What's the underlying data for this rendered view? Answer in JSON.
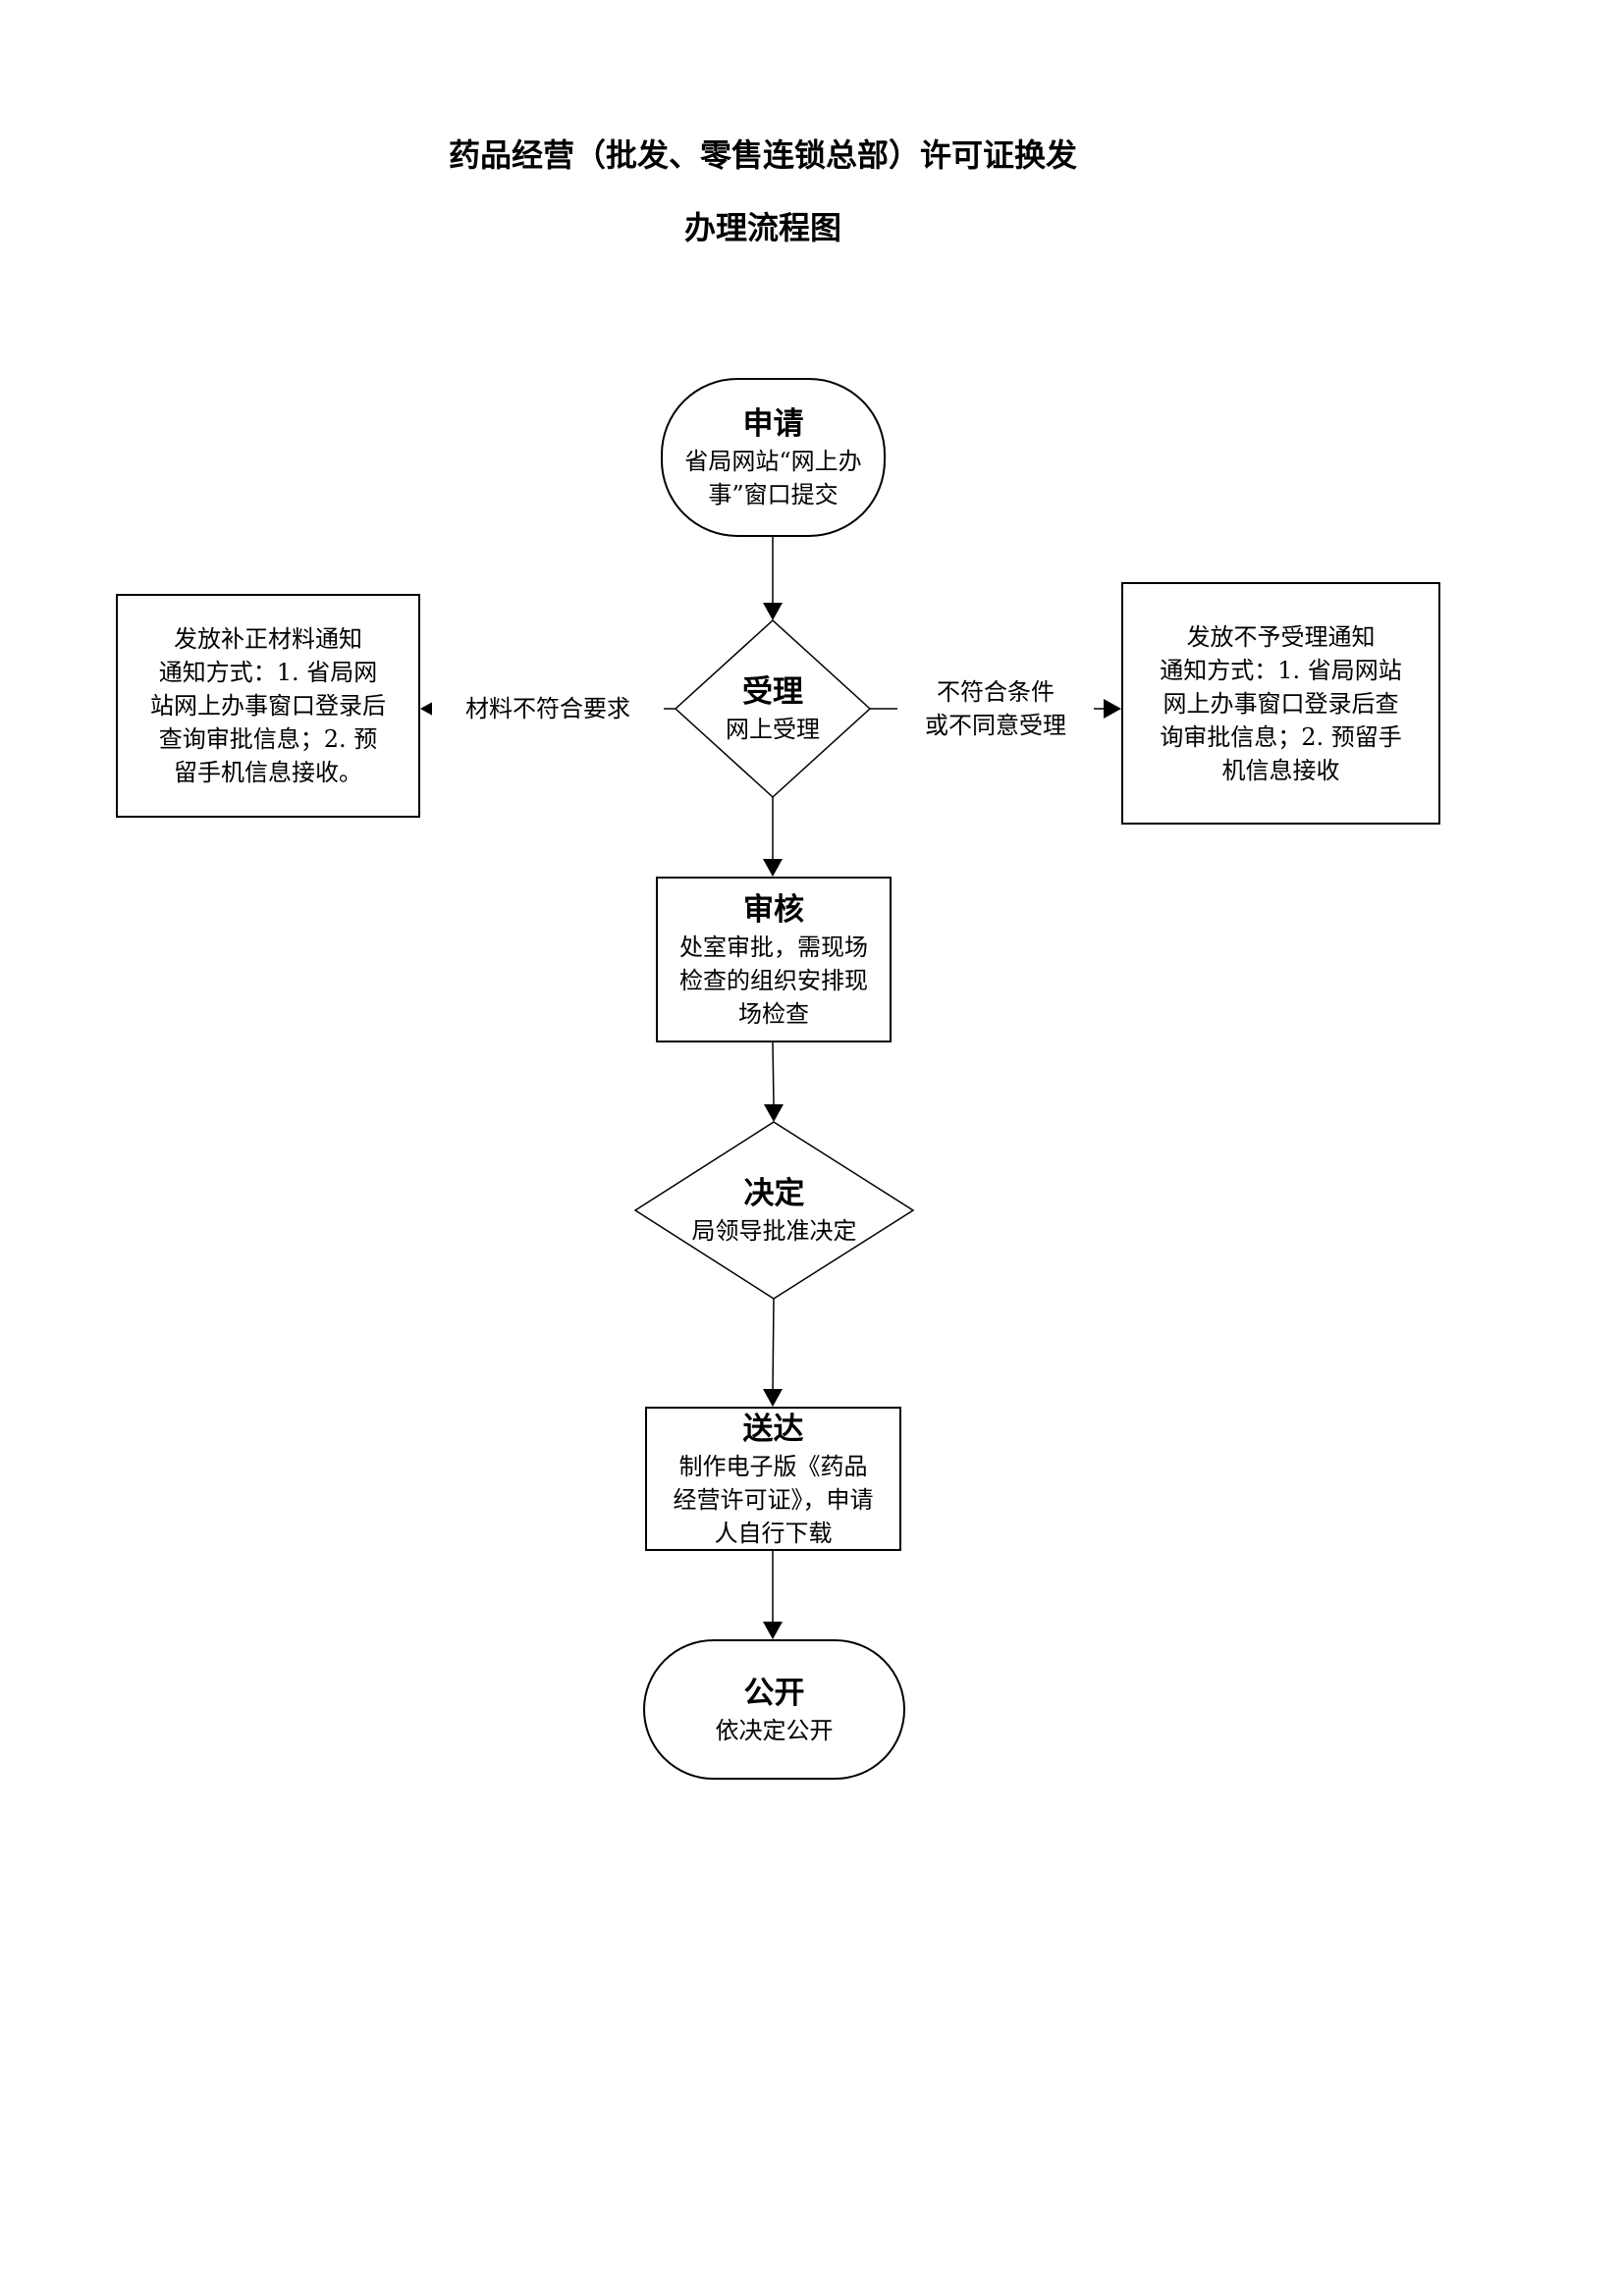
{
  "page": {
    "title_line1": "药品经营（批发、零售连锁总部）许可证换发",
    "title_line2": "办理流程图"
  },
  "nodes": {
    "apply": {
      "title": "申请",
      "desc": "省局网站“网上办事”窗口提交"
    },
    "accept": {
      "title": "受理",
      "desc": "网上受理"
    },
    "left_notice": {
      "title": "发放补正材料通知",
      "desc": "通知方式：1. 省局网站网上办事窗口登录后查询审批信息；2. 预留手机信息接收。"
    },
    "right_notice": {
      "title": "发放不予受理通知",
      "desc": "通知方式：1. 省局网站网上办事窗口登录后查询审批信息；2. 预留手机信息接收"
    },
    "review": {
      "title": "审核",
      "desc": "处室审批，需现场检查的组织安排现场检查"
    },
    "decide": {
      "title": "决定",
      "desc": "局领导批准决定"
    },
    "deliver": {
      "title": "送达",
      "desc": "制作电子版《药品经营许可证》，申请人自行下载"
    },
    "publish": {
      "title": "公开",
      "desc": "依决定公开"
    }
  },
  "edges": {
    "to_left_label": "材料不符合要求",
    "to_right_label_line1": "不符合条件",
    "to_right_label_line2": "或不同意受理"
  },
  "colors": {
    "ink": "#000000",
    "background": "#ffffff"
  }
}
